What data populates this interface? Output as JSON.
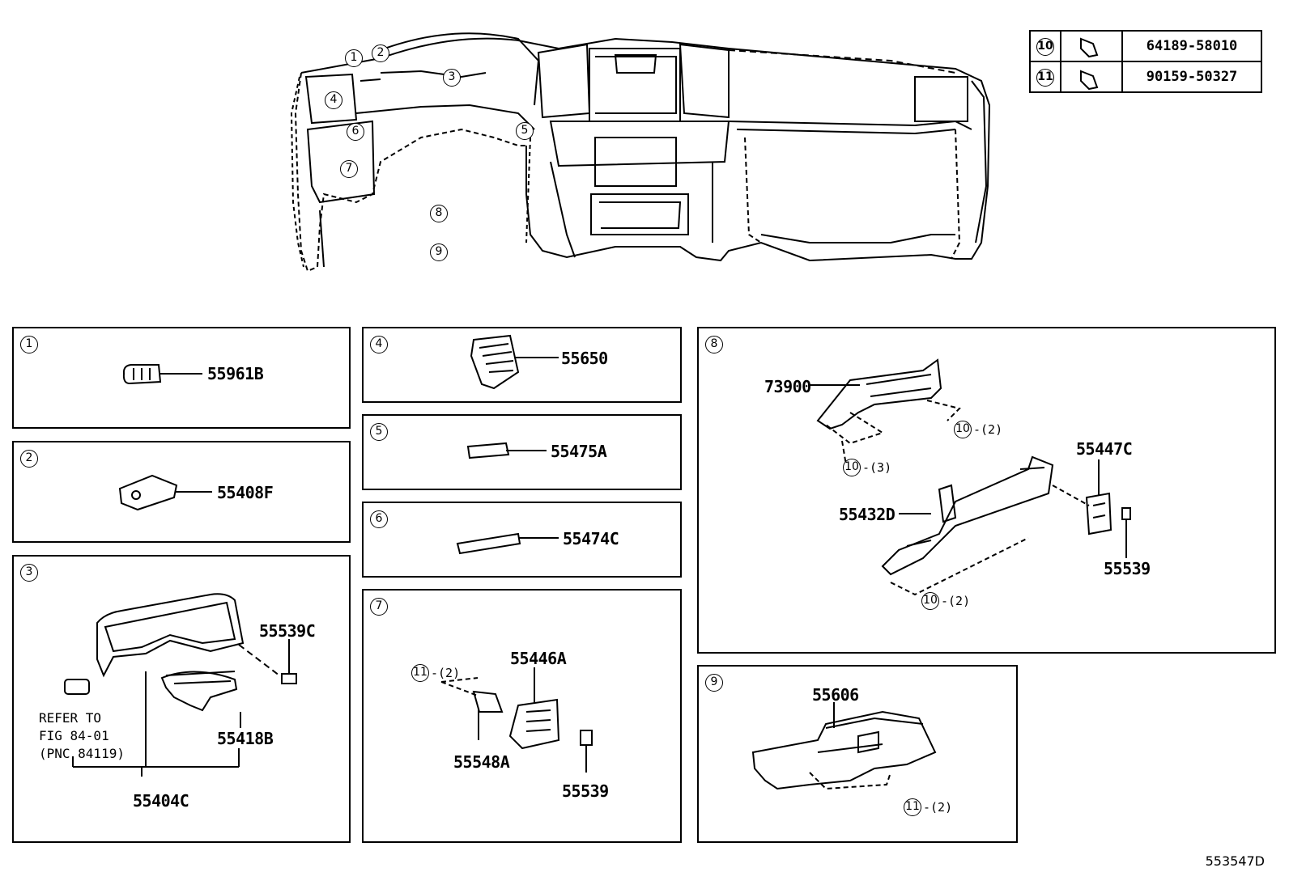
{
  "legend": [
    {
      "ref": "10",
      "part": "64189-58010"
    },
    {
      "ref": "11",
      "part": "90159-50327"
    }
  ],
  "overview_callouts": [
    "1",
    "2",
    "3",
    "4",
    "5",
    "6",
    "7",
    "8",
    "9"
  ],
  "panels": {
    "p1": {
      "ref": "1",
      "part": "55961B"
    },
    "p2": {
      "ref": "2",
      "part": "55408F"
    },
    "p3": {
      "ref": "3",
      "parts": [
        "55539C",
        "55418B",
        "55404C"
      ],
      "note_lines": [
        "REFER TO",
        "FIG 84-01",
        "(PNC 84119)"
      ]
    },
    "p4": {
      "ref": "4",
      "part": "55650"
    },
    "p5": {
      "ref": "5",
      "part": "55475A"
    },
    "p6": {
      "ref": "6",
      "part": "55474C"
    },
    "p7": {
      "ref": "7",
      "parts": [
        "55446A",
        "55548A",
        "55539"
      ],
      "fastener_ref": "11",
      "fastener_qty": "-(2)"
    },
    "p8": {
      "ref": "8",
      "parts": [
        "73900",
        "55447C",
        "55432D",
        "55539"
      ],
      "fasteners": [
        {
          "ref": "10",
          "qty": "-(2)"
        },
        {
          "ref": "10",
          "qty": "-(3)"
        },
        {
          "ref": "10",
          "qty": "-(2)"
        }
      ]
    },
    "p9": {
      "ref": "9",
      "part": "55606",
      "fastener_ref": "11",
      "fastener_qty": "-(2)"
    }
  },
  "diagram_code": "553547D"
}
